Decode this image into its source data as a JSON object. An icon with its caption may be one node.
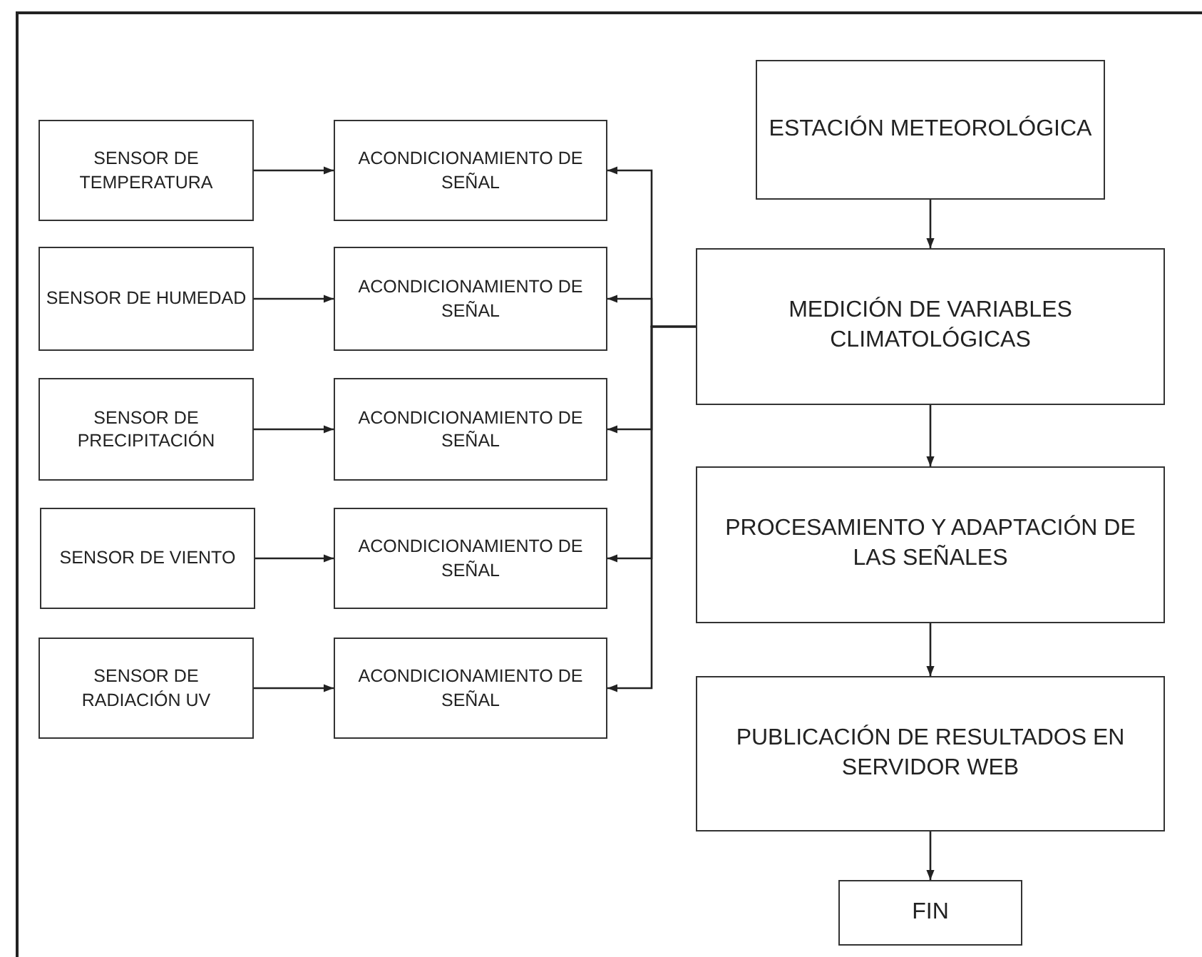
{
  "diagram": {
    "nodes": [
      {
        "text": [
          "SENSOR DE TEMPERATURA"
        ]
      },
      {
        "text": [
          "SENSOR DE HUMEDAD"
        ]
      },
      {
        "text": [
          "SENSOR DE PRECIPITACIÓN"
        ]
      },
      {
        "text": [
          "SENSOR DE VIENTO"
        ]
      },
      {
        "text": [
          "SENSOR DE RADIACIÓN UV"
        ]
      },
      {
        "text": [
          "ACONDICIONAMIENTO DE SEÑAL"
        ]
      },
      {
        "text": [
          "ACONDICIONAMIENTO DE SEÑAL"
        ]
      },
      {
        "text": [
          "ACONDICIONAMIENTO DE SEÑAL"
        ]
      },
      {
        "text": [
          "ACONDICIONAMIENTO DE SEÑAL"
        ]
      },
      {
        "text": [
          "ACONDICIONAMIENTO DE SEÑAL"
        ]
      },
      {
        "text": [
          "ESTACIÓN METEOROLÓGICA"
        ]
      },
      {
        "text": [
          "MEDICIÓN DE VARIABLES CLIMATOLÓGICAS"
        ]
      },
      {
        "text": [
          "PROCESAMIENTO Y ADAPTACIÓN DE LAS SEÑALES"
        ]
      },
      {
        "text": [
          "PUBLICACIÓN DE RESULTADOS EN SERVIDOR WEB"
        ]
      },
      {
        "text": [
          "FIN"
        ]
      }
    ],
    "edges": [
      {
        "from": 0,
        "to": 5,
        "arrow": "to"
      },
      {
        "from": 1,
        "to": 6,
        "arrow": "to"
      },
      {
        "from": 2,
        "to": 7,
        "arrow": "to"
      },
      {
        "from": 3,
        "to": 8,
        "arrow": "to"
      },
      {
        "from": 4,
        "to": 9,
        "arrow": "to"
      },
      {
        "from": 11,
        "to": 5,
        "arrow": "to"
      },
      {
        "from": 11,
        "to": 6,
        "arrow": "to"
      },
      {
        "from": 11,
        "to": 7,
        "arrow": "to"
      },
      {
        "from": 11,
        "to": 8,
        "arrow": "to"
      },
      {
        "from": 11,
        "to": 9,
        "arrow": "to"
      },
      {
        "from": 10,
        "to": 11,
        "arrow": "to"
      },
      {
        "from": 11,
        "to": 12,
        "arrow": "to"
      },
      {
        "from": 12,
        "to": 13,
        "arrow": "to"
      },
      {
        "from": 13,
        "to": 14,
        "arrow": "to"
      }
    ]
  }
}
